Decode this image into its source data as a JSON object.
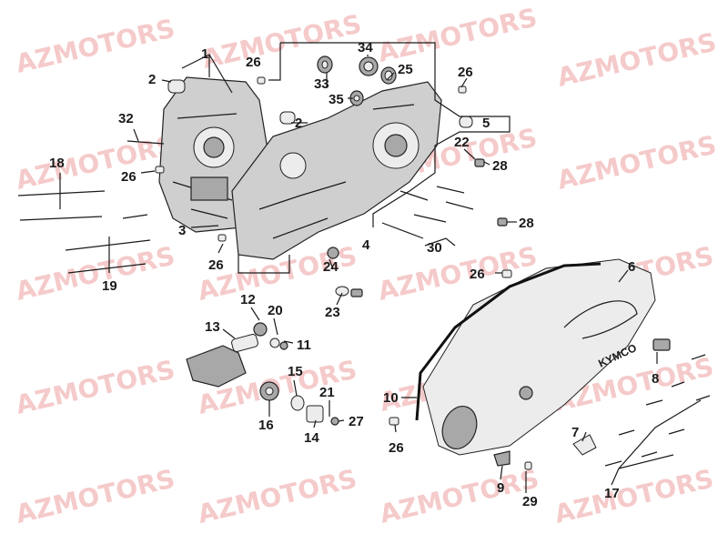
{
  "watermark": "AZMOTORS",
  "cover_logo": "KYMCO",
  "callouts": [
    "1",
    "2",
    "2",
    "3",
    "4",
    "5",
    "6",
    "7",
    "8",
    "9",
    "10",
    "11",
    "12",
    "13",
    "14",
    "15",
    "16",
    "17",
    "18",
    "19",
    "20",
    "21",
    "22",
    "23",
    "24",
    "25",
    "26",
    "26",
    "26",
    "26",
    "26",
    "26",
    "26",
    "27",
    "28",
    "28",
    "29",
    "30",
    "32",
    "33",
    "34",
    "35"
  ],
  "colors": {
    "watermark": "#f2b9b9",
    "ink": "#1a1a1a",
    "part_fill": "#cfcfcf"
  }
}
